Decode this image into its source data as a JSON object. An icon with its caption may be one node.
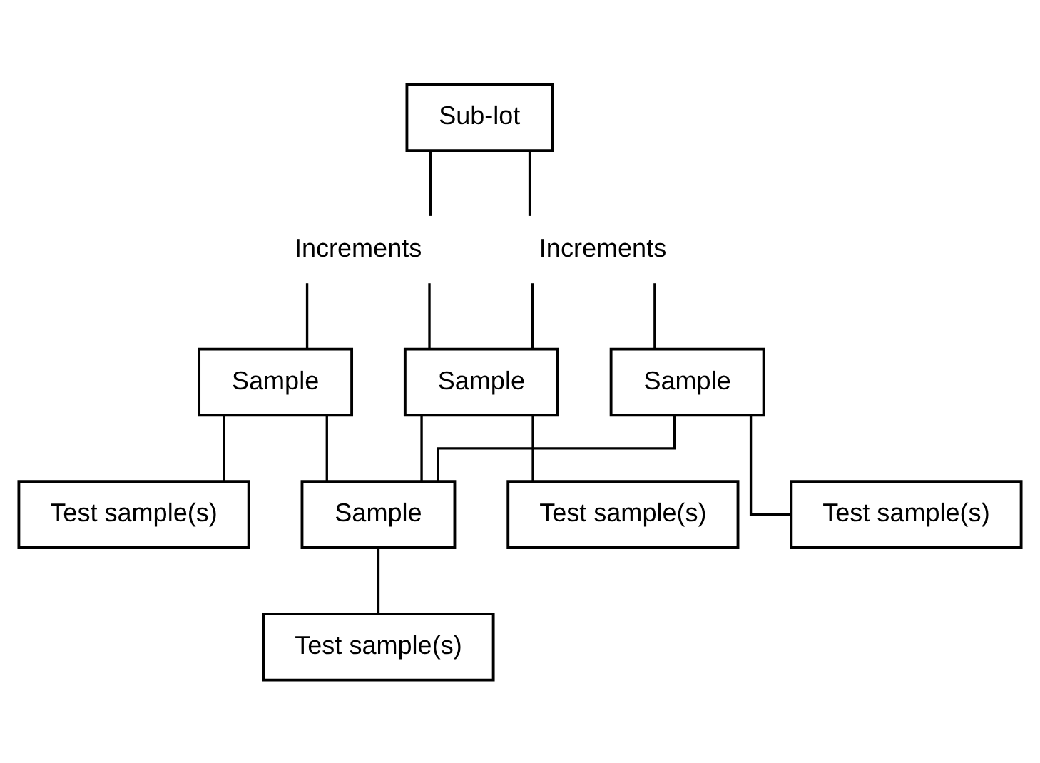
{
  "diagram": {
    "nodes": [
      {
        "text": [
          "Sub-lot"
        ]
      },
      {
        "text": [
          "Increments"
        ]
      },
      {
        "text": [
          "Increments"
        ]
      },
      {
        "text": [
          "Sample"
        ]
      },
      {
        "text": [
          "Sample"
        ]
      },
      {
        "text": [
          "Sample"
        ]
      },
      {
        "text": [
          "Test sample(s)"
        ]
      },
      {
        "text": [
          "Test sample(s)"
        ]
      },
      {
        "text": [
          "Test sample(s)"
        ]
      },
      {
        "text": [
          "Sample"
        ]
      },
      {
        "text": [
          "Test sample(s)"
        ]
      }
    ],
    "edges": [
      {
        "from": 0,
        "to": 1,
        "arrow": "none"
      },
      {
        "from": 0,
        "to": 2,
        "arrow": "none"
      },
      {
        "from": 1,
        "to": 3,
        "arrow": "none"
      },
      {
        "from": 1,
        "to": 4,
        "arrow": "none"
      },
      {
        "from": 2,
        "to": 4,
        "arrow": "none"
      },
      {
        "from": 2,
        "to": 5,
        "arrow": "none"
      },
      {
        "from": 3,
        "to": 6,
        "arrow": "none"
      },
      {
        "from": 4,
        "to": 7,
        "arrow": "none"
      },
      {
        "from": 5,
        "to": 8,
        "arrow": "none"
      },
      {
        "from": 3,
        "to": 9,
        "arrow": "none"
      },
      {
        "from": 4,
        "to": 9,
        "arrow": "none"
      },
      {
        "from": 5,
        "to": 9,
        "arrow": "none"
      },
      {
        "from": 9,
        "to": 10,
        "arrow": "none"
      }
    ]
  }
}
